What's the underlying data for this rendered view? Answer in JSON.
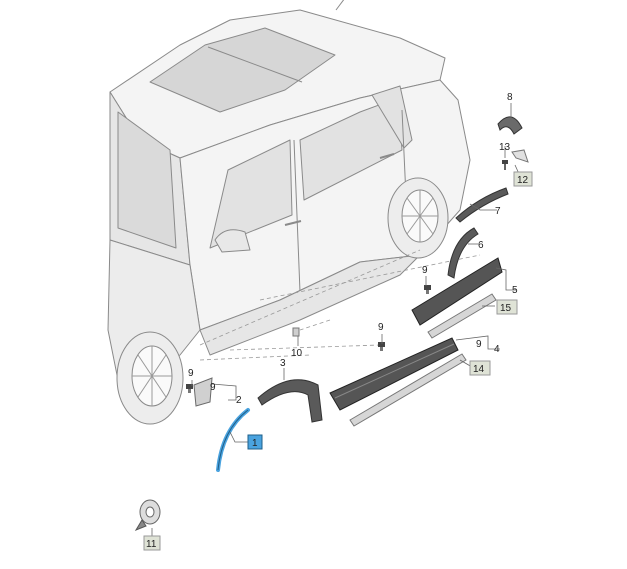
{
  "labels": {
    "p1": "1",
    "p2": "2",
    "p3": "3",
    "p4": "4",
    "p5": "5",
    "p6": "6",
    "p7": "7",
    "p8": "8",
    "p9a": "9",
    "p9b": "9",
    "p9c": "9",
    "p9d": "9",
    "p9e": "9",
    "p10": "10",
    "p11": "11",
    "p12": "12",
    "p13": "13",
    "p14": "14",
    "p15": "15"
  },
  "colors": {
    "line": "#8a8a8a",
    "car_fill": "#f2f2f2",
    "part_dark": "#5a5a5a",
    "highlight": "#4aa3df",
    "tag_fill": "#dfe3d6"
  }
}
